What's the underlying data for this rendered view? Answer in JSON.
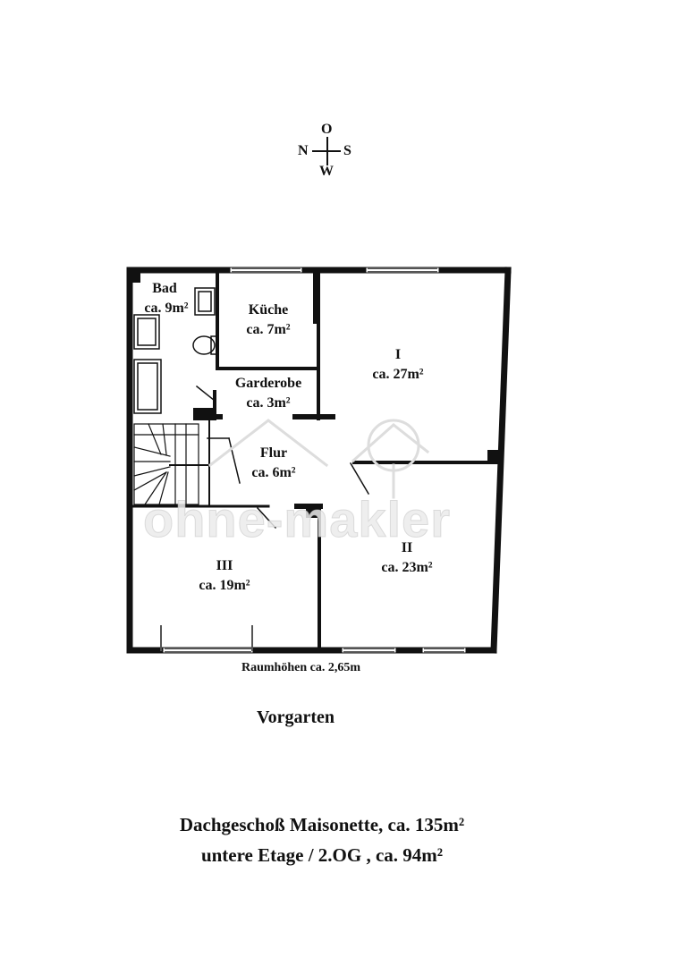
{
  "compass": {
    "north": "N",
    "south": "S",
    "east": "O",
    "west": "W"
  },
  "rooms": {
    "bad": {
      "name": "Bad",
      "area": "ca. 9m²"
    },
    "kueche": {
      "name": "Küche",
      "area": "ca. 7m²"
    },
    "room_1": {
      "name": "I",
      "area": "ca. 27m²"
    },
    "garderobe": {
      "name": "Garderobe",
      "area": "ca. 3m²"
    },
    "flur": {
      "name": "Flur",
      "area": "ca. 6m²"
    },
    "room_2": {
      "name": "II",
      "area": "ca. 23m²"
    },
    "room_3": {
      "name": "III",
      "area": "ca. 19m²"
    }
  },
  "watermark": "ohne-makler",
  "ceiling_height": "Raumhöhen ca. 2,65m",
  "garden_label": "Vorgarten",
  "caption": {
    "line1": "Dachgeschoß Maisonette, ca. 135m²",
    "line2": "untere Etage / 2.OG , ca. 94m²"
  }
}
